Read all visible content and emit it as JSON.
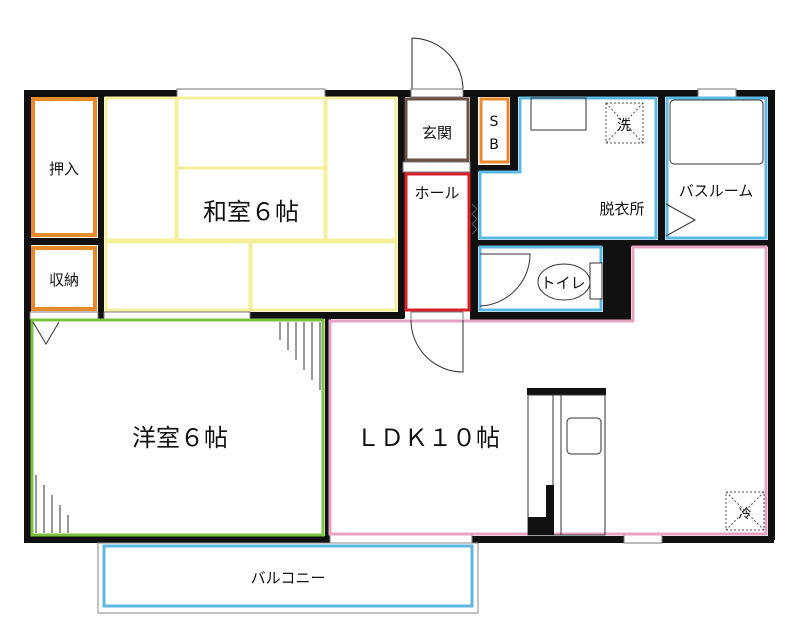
{
  "rooms": {
    "washitsu": {
      "label": "和室６帖",
      "color": "#f3ef9a"
    },
    "oshiire": {
      "label": "押入",
      "color": "#e88a2a"
    },
    "shuno": {
      "label": "収納",
      "color": "#e88a2a"
    },
    "genkan": {
      "label": "玄関",
      "color": "#6b5246"
    },
    "sb": {
      "label_top": "S",
      "label_bottom": "B",
      "color": "#e88a2a"
    },
    "hall": {
      "label": "ホール",
      "color": "#d9202a"
    },
    "datsuijo": {
      "label": "脱衣所",
      "color": "#5cb9e3"
    },
    "washer": {
      "label": "洗"
    },
    "bathroom": {
      "label": "バスルーム",
      "color": "#5cb9e3"
    },
    "toilet": {
      "label": "トイレ",
      "color": "#5cb9e3"
    },
    "yoshitsu": {
      "label": "洋室６帖",
      "color": "#7cc142"
    },
    "ldk": {
      "label": "ＬＤＫ１０帖",
      "color": "#e8a3c3"
    },
    "fridge": {
      "label": "冷"
    },
    "balcony": {
      "label": "バルコニー",
      "color": "#5cb9e3"
    }
  }
}
